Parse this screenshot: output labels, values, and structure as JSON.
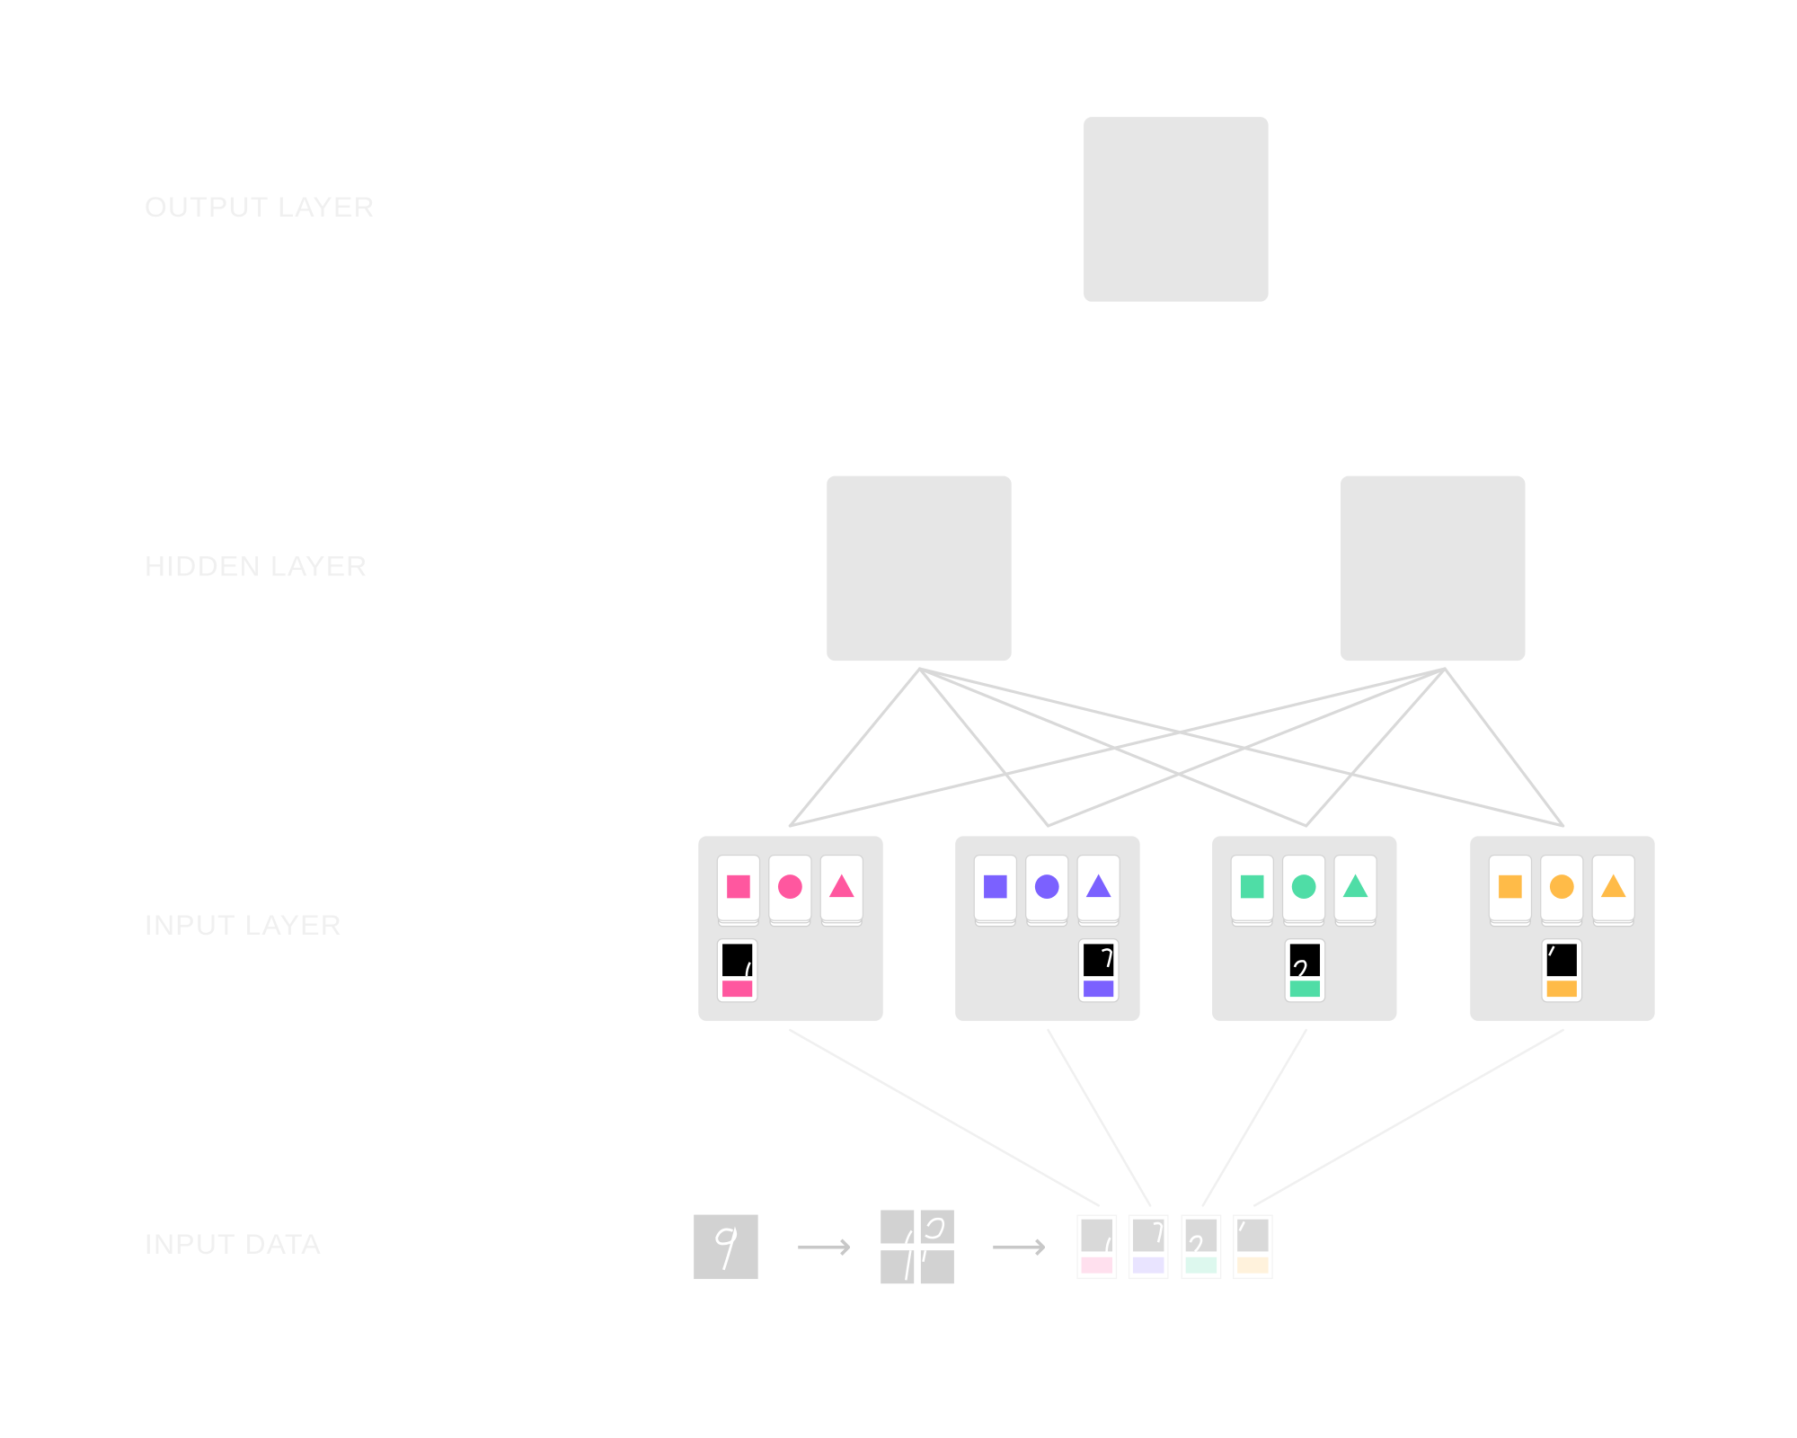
{
  "labels": {
    "output_layer": "OUTPUT LAYER",
    "hidden_layer": "HIDDEN LAYER",
    "input_layer": "INPUT LAYER",
    "input_data": "INPUT DATA"
  },
  "arrows": {
    "first": "⟶",
    "second": "⟶"
  },
  "colors": {
    "node_fill": "#e6e6e6",
    "wire": "#d9d9d9",
    "group_1": "#ff579f",
    "group_2": "#7b61ff",
    "group_3": "#4fdda6",
    "group_4": "#ffbb48"
  },
  "input_nodes": [
    {
      "color": "#ff579f",
      "shapes": [
        "square-icon",
        "circle-icon",
        "triangle-icon"
      ],
      "patch": "bottom-left-quadrant"
    },
    {
      "color": "#7b61ff",
      "shapes": [
        "square-icon",
        "circle-icon",
        "triangle-icon"
      ],
      "patch": "top-right-quadrant"
    },
    {
      "color": "#4fdda6",
      "shapes": [
        "square-icon",
        "circle-icon",
        "triangle-icon"
      ],
      "patch": "top-left-quadrant"
    },
    {
      "color": "#ffbb48",
      "shapes": [
        "square-icon",
        "circle-icon",
        "triangle-icon"
      ],
      "patch": "bottom-right-quadrant"
    }
  ]
}
